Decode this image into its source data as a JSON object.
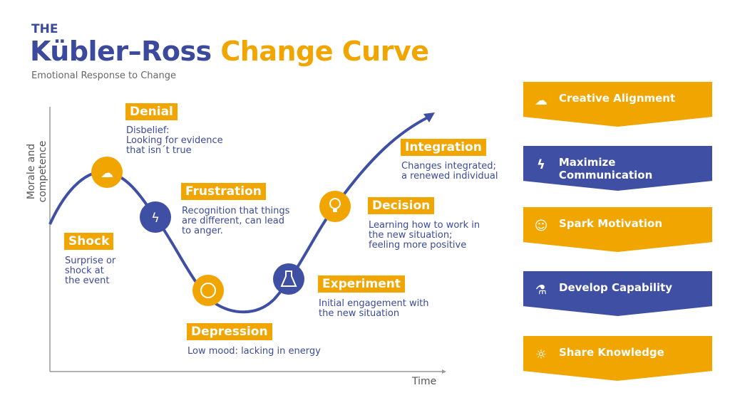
{
  "header": {
    "pre": "THE",
    "title_a": "Kübler–Ross",
    "title_b": "Change Curve",
    "subtitle": "Emotional Response to Change"
  },
  "axes": {
    "y": "Morale and competence",
    "x": "Time"
  },
  "stages": [
    {
      "name": "Shock",
      "desc": [
        "Surprise or",
        "shock at",
        "the event"
      ]
    },
    {
      "name": "Denial",
      "desc": [
        "Disbelief:",
        "Looking for evidence",
        "that isn´t true"
      ]
    },
    {
      "name": "Frustration",
      "desc": [
        "Recognition that things",
        "are different, can lead",
        "to anger."
      ]
    },
    {
      "name": "Depression",
      "desc": [
        "Low mood: lacking in energy"
      ]
    },
    {
      "name": "Experiment",
      "desc": [
        "Initial engagement with",
        "the new situation"
      ]
    },
    {
      "name": "Decision",
      "desc": [
        "Learning how to work in",
        "the new situation;",
        "feeling more positive"
      ]
    },
    {
      "name": "Integration",
      "desc": [
        "Changes integrated;",
        "a renewed individual"
      ]
    }
  ],
  "banners": [
    {
      "label": "Creative Alignment",
      "icon": "brain-orbit-icon",
      "color": "#f0a500"
    },
    {
      "label": "Maximize Communication",
      "icon": "head-lightning-icon",
      "color": "#3f4fa3"
    },
    {
      "label": "Spark Motivation",
      "icon": "head-cloud-icon",
      "color": "#f0a500"
    },
    {
      "label": "Develop Capability",
      "icon": "flask-icon",
      "color": "#3f4fa3"
    },
    {
      "label": "Share Knowledge",
      "icon": "lightbulb-icon",
      "color": "#f0a500"
    }
  ],
  "colors": {
    "orange": "#f0a500",
    "blue": "#3f4fa3"
  }
}
